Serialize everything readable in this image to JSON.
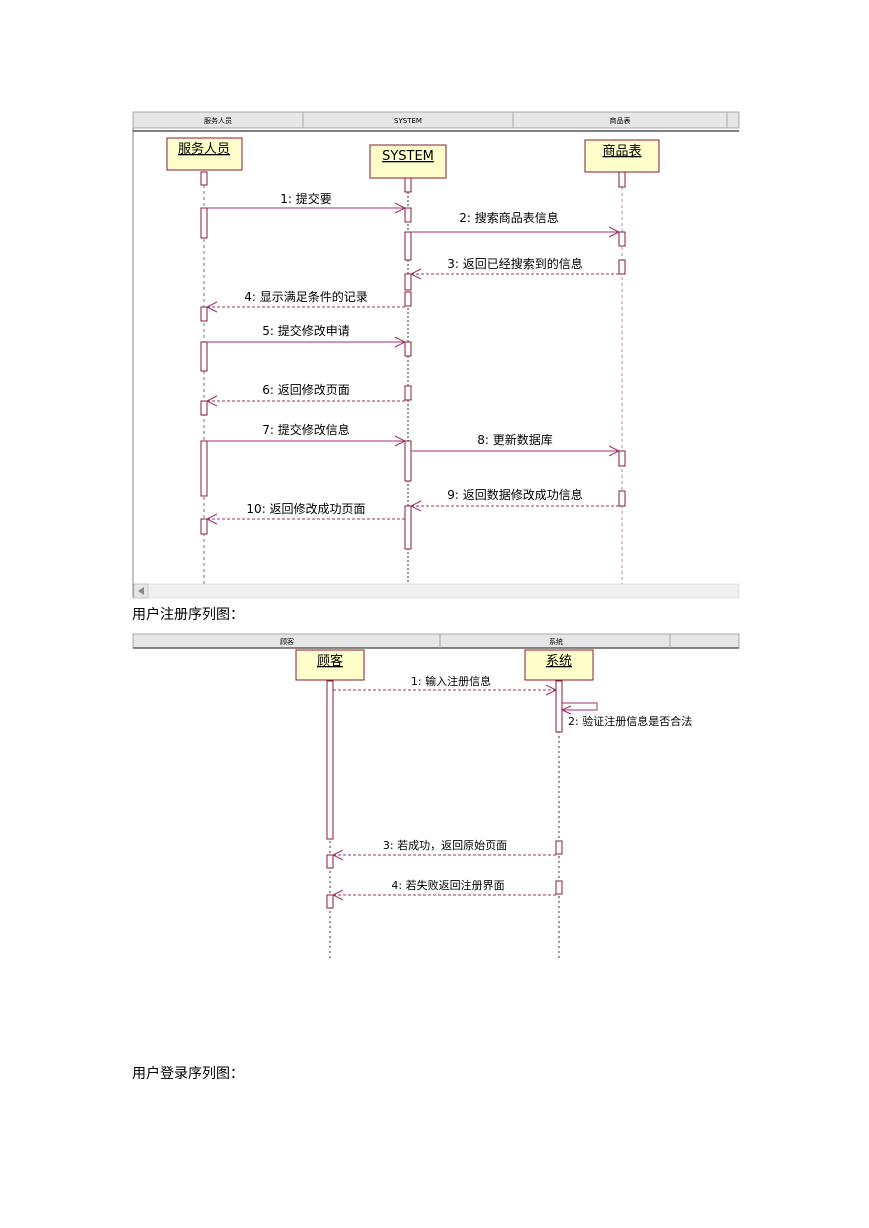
{
  "diagram1": {
    "headers": [
      "服务人员",
      "SYSTEM",
      "商品表"
    ],
    "objects": [
      "服务人员",
      "SYSTEM",
      "商品表"
    ],
    "messages": [
      "1: 提交要",
      "2: 搜索商品表信息",
      "3: 返回已经搜索到的信息",
      "4: 显示满足条件的记录",
      "5: 提交修改申请",
      "6: 返回修改页面",
      "7: 提交修改信息",
      "8: 更新数据库",
      "9: 返回数据修改成功信息",
      "10: 返回修改成功页面"
    ]
  },
  "caption_register": "用户注册序列图：",
  "diagram2": {
    "headers": [
      "顾客",
      "系统"
    ],
    "objects": [
      "顾客",
      "系统"
    ],
    "messages": [
      "1: 输入注册信息",
      "2: 验证注册信息是否合法",
      "3: 若成功，返回原始页面",
      "4: 若失败返回注册界面"
    ]
  },
  "caption_login": "用户登录序列图：",
  "colors": {
    "object_fill": "#ffffcc",
    "object_border": "#8b1a3a",
    "message_line": "#a0306a",
    "activation_border": "#8b1a3a",
    "header_fill": "#e6e6e6"
  }
}
